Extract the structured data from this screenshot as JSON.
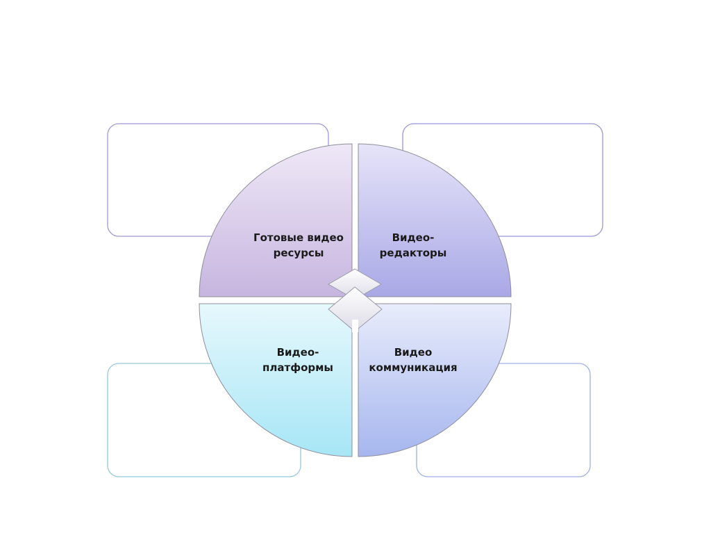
{
  "quadrants": [
    {
      "line1": "Готовые видео",
      "line2": "ресурсы"
    },
    {
      "line1": "Видео-",
      "line2": "редакторы"
    },
    {
      "line1": "Видео-",
      "line2": "платформы"
    },
    {
      "line1": "Видео",
      "line2": "коммуникация"
    }
  ],
  "colors": {
    "purple_border": "#9f93d0",
    "blue_border": "#93c9da"
  }
}
